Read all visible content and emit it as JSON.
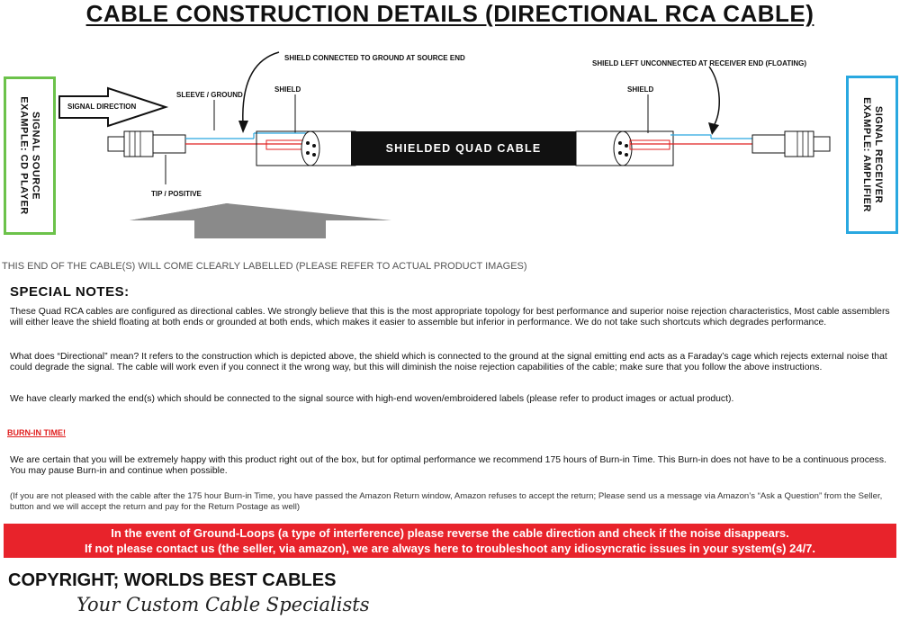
{
  "title": "CABLE CONSTRUCTION DETAILS (DIRECTIONAL RCA CABLE)",
  "diagram": {
    "source_box": {
      "line1": "SIGNAL SOURCE",
      "line2": "EXAMPLE: CD PLAYER",
      "color": "#6cc24a"
    },
    "receiver_box": {
      "line1": "SIGNAL RECEIVER",
      "line2": "EXAMPLE: AMPLIFIER",
      "color": "#29a8e0"
    },
    "signal_direction": "SIGNAL DIRECTION",
    "sleeve_ground": "SLEEVE / GROUND",
    "shield_left": "SHIELD",
    "shield_right": "SHIELD",
    "shield_grounded": "SHIELD CONNECTED TO GROUND AT SOURCE END",
    "shield_floating": "SHIELD LEFT UNCONNECTED AT RECEIVER END (FLOATING)",
    "tip_positive": "TIP / POSITIVE",
    "cable_label": "SHIELDED QUAD CABLE",
    "label_note": "THIS END OF THE CABLE(S) WILL COME CLEARLY LABELLED (PLEASE REFER TO ACTUAL PRODUCT IMAGES)"
  },
  "notes": {
    "heading": "SPECIAL NOTES:",
    "p1": "These Quad RCA cables are configured as directional cables. We strongly believe that this is the most appropriate topology for best performance and superior noise rejection characteristics, Most cable assemblers will either leave the shield floating at both ends or grounded at both ends, which makes it easier to assemble but inferior in performance. We do not take such shortcuts which degrades performance.",
    "p2": "What does “Directional” mean? It refers to the construction which is depicted above, the shield which is connected to the ground at the signal emitting end acts as a Faraday’s cage which rejects external noise that could degrade the signal. The cable will work even if you connect it the wrong way, but this will diminish the noise rejection capabilities of the cable; make sure that you follow the above instructions.",
    "p3": "We have clearly marked the end(s) which should be connected to the signal source with high-end woven/embroidered labels (please refer to product images or actual product).",
    "burn_heading": "BURN-IN TIME!",
    "p4": "We are certain that you will be extremely happy with this product right out of the box, but for optimal performance we recommend 175 hours of Burn-in Time. This Burn-in does not have to be a continuous process. You may pause Burn-in and continue when possible.",
    "p5": "(If you are not pleased with the cable after the 175 hour Burn-in Time, you have passed the Amazon Return window, Amazon refuses to accept the return; Please send us a message via Amazon’s “Ask a Question” from the Seller, button and we will accept the return and pay for the Return Postage as well)"
  },
  "alert": {
    "line1": "In the event of Ground-Loops (a type of interference) please reverse the cable direction and check if the noise disappears.",
    "line2": "If not please contact us (the seller, via amazon), we are always here to troubleshoot any idiosyncratic issues in your system(s) 24/7."
  },
  "footer": {
    "copyright": "COPYRIGHT; WORLDS BEST CABLES",
    "tagline": "Your Custom Cable Specialists"
  }
}
